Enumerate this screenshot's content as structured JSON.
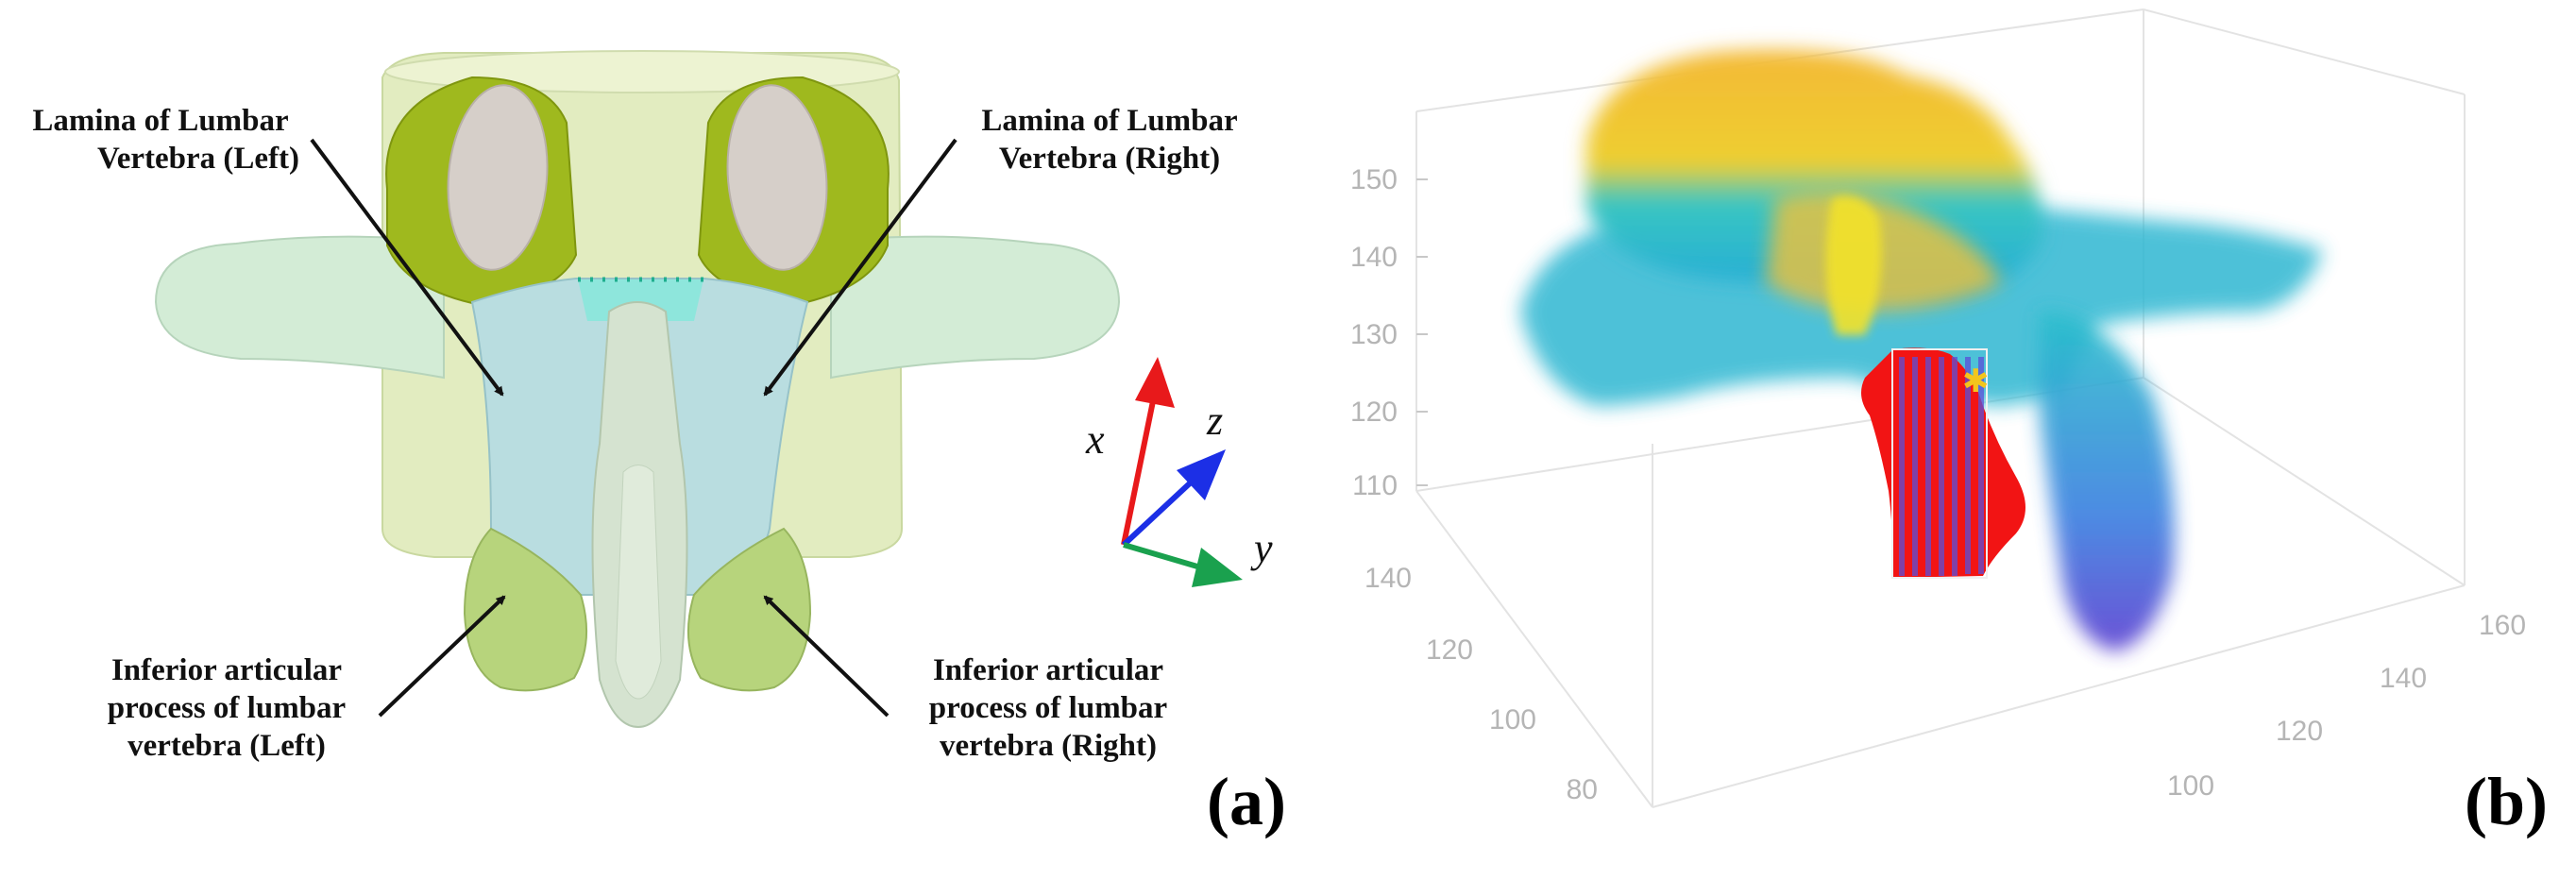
{
  "panel_a": {
    "tag": "(a)",
    "labels": {
      "lamina_left": [
        "Lamina of Lumbar",
        "Vertebra (Left)"
      ],
      "lamina_right": [
        "Lamina of Lumbar",
        "Vertebra (Right)"
      ],
      "inferior_left": [
        "Inferior articular",
        "process of lumbar",
        "vertebra (Left)"
      ],
      "inferior_right": [
        "Inferior articular",
        "process of lumbar",
        "vertebra (Right)"
      ]
    },
    "axes": {
      "x": "x",
      "y": "y",
      "z": "z"
    },
    "colors": {
      "x": "#e8191b",
      "y": "#1aa14e",
      "z": "#1c2fe6"
    }
  },
  "panel_b": {
    "tag": "(b)",
    "z_ticks": [
      "150",
      "140",
      "130",
      "120",
      "110"
    ],
    "left_ticks": [
      "140",
      "120",
      "100",
      "80"
    ],
    "right_ticks": [
      "160",
      "140",
      "120",
      "100"
    ]
  }
}
